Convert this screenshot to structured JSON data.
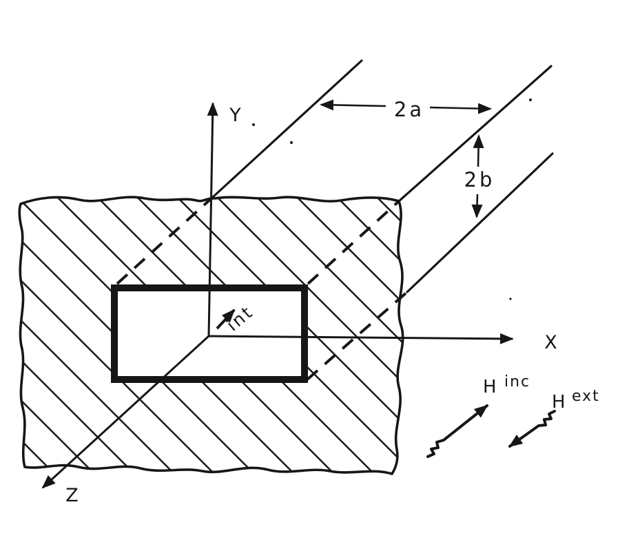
{
  "figure": {
    "colors": {
      "ink": "#161616",
      "background": "#ffffff"
    },
    "axes": {
      "x_label": "X",
      "y_label": "Y",
      "z_label": "Z"
    },
    "dimensions": {
      "aperture_width": "2a",
      "aperture_height": "2b"
    },
    "fields": {
      "internal_label": "int",
      "incident": {
        "base": "H",
        "superscript": "inc"
      },
      "external": {
        "base": "H",
        "superscript": "ext"
      }
    }
  }
}
